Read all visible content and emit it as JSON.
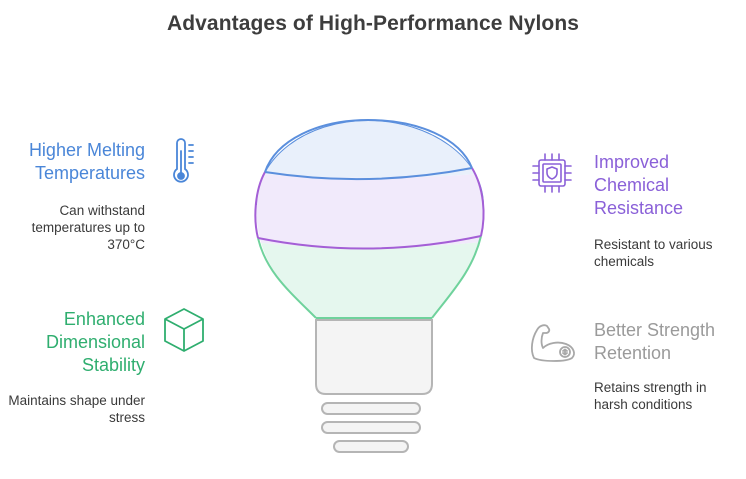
{
  "title": "Advantages of High-Performance Nylons",
  "advantages": [
    {
      "heading": "Higher Melting Temperatures",
      "description": "Can withstand temperatures up to 370°C",
      "icon": "thermometer-icon",
      "color": "#4a86d8"
    },
    {
      "heading": "Enhanced Dimensional Stability",
      "description": "Maintains shape under stress",
      "icon": "cube-icon",
      "color": "#2fae6f"
    },
    {
      "heading": "Improved Chemical Resistance",
      "description": "Resistant to various chemicals",
      "icon": "chip-shield-icon",
      "color": "#8a60d8"
    },
    {
      "heading": "Better Strength Retention",
      "description": "Retains strength in harsh conditions",
      "icon": "flexed-arm-icon",
      "color": "#9a9a9a"
    }
  ],
  "bulb_colors": {
    "top_fill": "#e9f0fb",
    "top_stroke": "#5b8fdd",
    "middle_fill": "#f1eafb",
    "middle_stroke": "#a45fd6",
    "bottom_fill": "#e5f7ee",
    "bottom_stroke": "#6fd29c",
    "base_fill": "#f4f4f4",
    "base_stroke": "#b5b5b5"
  }
}
